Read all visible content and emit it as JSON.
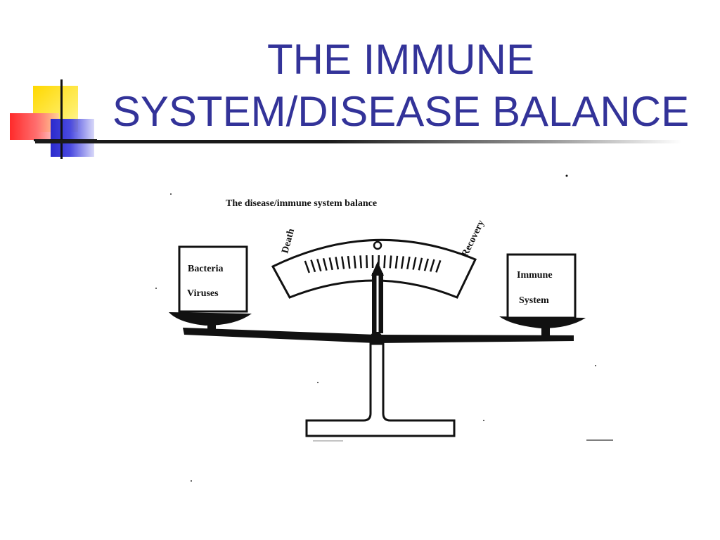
{
  "slide": {
    "title_line1": "THE IMMUNE",
    "title_line2": "SYSTEM/DISEASE BALANCE"
  },
  "diagram": {
    "caption": "The disease/immune system balance",
    "left_box": {
      "line1": "Bacteria",
      "line2": "Viruses"
    },
    "right_box": {
      "line1": "Immune",
      "line2": "System"
    },
    "dial": {
      "left_label": "Death",
      "right_label": "Recovery",
      "center_mark": "O"
    }
  },
  "colors": {
    "title": "#333399",
    "deco_yellow": "#ffd800",
    "deco_red": "#ff2a2a",
    "deco_blue": "#2a2acc",
    "ink": "#111111"
  }
}
